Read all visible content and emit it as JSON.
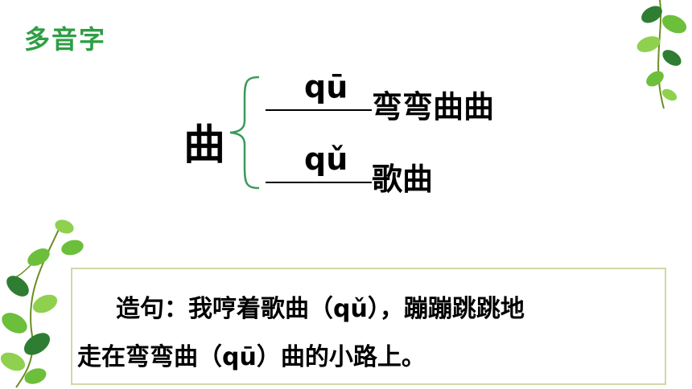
{
  "header": {
    "title": "多音字"
  },
  "main": {
    "character": "曲",
    "readings": [
      {
        "pinyin": "qū",
        "word": "弯弯曲曲"
      },
      {
        "pinyin": "qǔ",
        "word": "歌曲"
      }
    ]
  },
  "sentence": {
    "line1": "造句：我哼着歌曲（qǔ），蹦蹦跳跳地",
    "line2": "走在弯弯曲（qū）曲的小路上。"
  },
  "colors": {
    "title": "#2f9e44",
    "brace": "#3a9a5a",
    "box_border": "#cfd8a8",
    "leaf": "#6cbf3a",
    "leaf_dark": "#2f7d32"
  },
  "icons": [
    "vine-top-right-icon",
    "vine-bottom-left-icon",
    "curly-brace-icon"
  ]
}
